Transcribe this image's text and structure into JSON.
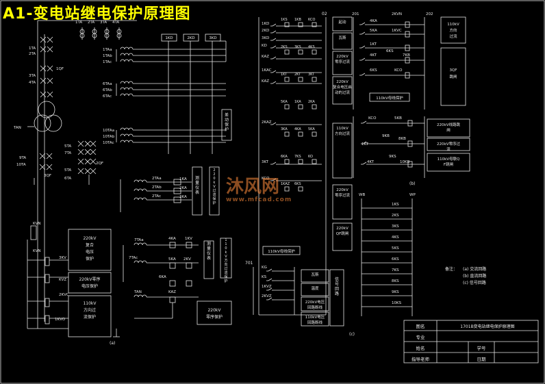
{
  "title": "A1-变电站继电保护原理图",
  "watermark": {
    "text": "沐风网",
    "url": "www.mfcad.com"
  },
  "colors": {
    "background": "#000000",
    "lines": "#e8e8e8",
    "title": "#ffff00"
  },
  "ct_labels_top": [
    "1TA",
    "2TA",
    "3TA",
    "4TA"
  ],
  "left_labels": [
    "1TA",
    "2TA",
    "1QF",
    "3TA",
    "4TA",
    "TAN",
    "5TA",
    "7TA",
    "9TA",
    "10TA",
    "3QF",
    "5TA",
    "6TA",
    "2QF"
  ],
  "relays_top": [
    "1KD",
    "2KD",
    "3KD"
  ],
  "ct_group1": [
    "1TAa",
    "1TAb",
    "1TAc"
  ],
  "ct_group2": [
    "6TAa",
    "6TAb",
    "6TAc"
  ],
  "ct_group3": [
    "10TAa",
    "10TAb",
    "10TAc"
  ],
  "ct_group4": [
    "2TAa",
    "2TAb",
    "2TAc"
  ],
  "ka_group": [
    "1KA",
    "2KA",
    "3KA"
  ],
  "vertical_boxes": [
    "差动保护",
    "220kV过流保护",
    "测量仪表",
    "测量仪表",
    "110kV方向过流保护"
  ],
  "box_220kv_comp": "220kV复合电压保护",
  "box_220kv_zero": "220kV零序电压保护",
  "box_110kv_dir": "110kV方向过流保护",
  "box_220kv_zero_seq": "220kV零序保护",
  "kvn_labels": [
    "KVN",
    "KVN",
    "3KV",
    "KVZ",
    "2KVC",
    "1KVO"
  ],
  "ct_7ta": [
    "7TAa",
    "7TAc",
    "TAN"
  ],
  "ka_mid": [
    "4KA",
    "5KA",
    "6KA",
    "1KV",
    "2KV",
    "KAZ"
  ],
  "col2_labels": [
    "1KD",
    "2KD",
    "3KD",
    "KD",
    "KAZ",
    "1KAC",
    "KAZ",
    "2KAZ",
    "3KT",
    "KCO"
  ],
  "col2_contacts": [
    "1KS",
    "1KB",
    "KCO",
    "2KS",
    "3KS",
    "4KS",
    "1KT",
    "2KT",
    "3KT",
    "5KA",
    "1KA",
    "2KA",
    "3KA",
    "4KA",
    "5KA",
    "6KA",
    "7KS",
    "KO",
    "1KAZ",
    "6KS"
  ],
  "col2_box_top": "02",
  "col2_boxes": [
    "起动",
    "瓦斯",
    "220kV零序过流",
    "220kV复合电压启动的过流",
    "110kV方向过流",
    "220kV零序过流",
    "220kV QF跳闸"
  ],
  "col2_bottom": "110kV母线保护",
  "col3_top": [
    "201",
    "4KA",
    "5KA",
    "1KVC",
    "2KVN",
    "4KT",
    "202",
    "1KT",
    "6KS",
    "7KB",
    "6KS",
    "KCO"
  ],
  "col3_box": "110kV母线保护",
  "col3_right_boxes": [
    "110kV方向过流",
    "3QF跳闸"
  ],
  "col3_b_labels": [
    "KCO",
    "5KB",
    "8KB",
    "1KT",
    "9KB",
    "9KS",
    "4KT",
    "10KB"
  ],
  "col3_b_boxes": [
    "220kV线路跳闸",
    "220kV零序过流",
    "110kV母联QF跳闸"
  ],
  "col3_b_tag": "(b)",
  "wb_wp": [
    "WB",
    "WP"
  ],
  "ks_list": [
    "1KS",
    "2KS",
    "3KS",
    "4KS",
    "5KS",
    "6KS",
    "7KS",
    "8KS",
    "9KS",
    "10KS"
  ],
  "legend_title": "备注：",
  "legend_items": [
    "(a) 交流回路",
    "(b) 直流回路",
    "(c) 信号回路"
  ],
  "signal_block": {
    "num": "701",
    "labels": [
      "KG",
      "KS",
      "1KVZ",
      "2KVZ"
    ],
    "boxes": [
      "瓦斯",
      "温度",
      "220kV电压回路断线",
      "110kV电压回路断线"
    ],
    "vertical": "信号回路",
    "tag": "(c)"
  },
  "tag_a": "(a)",
  "title_block": {
    "rows": [
      {
        "label": "图名",
        "value": "1701B变电站继电保护原理图"
      },
      {
        "label": "专业",
        "value": ""
      },
      {
        "label": "姓名",
        "value": "",
        "label2": "学号",
        "value2": ""
      },
      {
        "label": "指导老师",
        "value": "",
        "label2": "日期",
        "value2": ""
      }
    ]
  }
}
